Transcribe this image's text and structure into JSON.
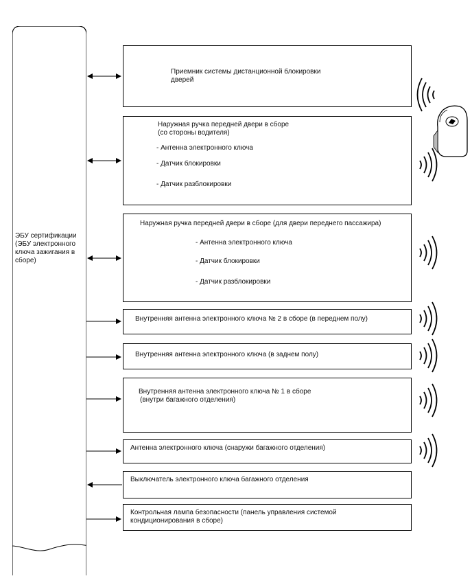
{
  "ecu": {
    "label_line1": "ЭБУ сертификации",
    "label_line2": "(ЭБУ электронного",
    "label_line3": "ключа зажигания в",
    "label_line4": "сборе)"
  },
  "components": [
    {
      "line1": "Приемник системы дистанционной блокировки",
      "line2": "дверей"
    },
    {
      "line1": "Наружная ручка передней двери в сборе",
      "line2": "(со стороны водителя)",
      "items": [
        "- Антенна электронного ключа",
        "- Датчик блокировки",
        "- Датчик разблокировки"
      ]
    },
    {
      "line1": "Наружная ручка передней двери в сборе (для двери переднего пассажира)",
      "items": [
        "- Антенна электронного ключа",
        "- Датчик блокировки",
        "- Датчик разблокировки"
      ]
    },
    {
      "line1": "Внутренняя антенна электронного ключа № 2 в сборе (в переднем полу)"
    },
    {
      "line1": "Внутренняя антенна электронного ключа (в заднем полу)"
    },
    {
      "line1": "Внутренняя антенна электронного ключа № 1 в сборе",
      "line2": "(внутри багажного отделения)"
    },
    {
      "line1": "Антенна электронного ключа (снаружи багажного отделения)"
    },
    {
      "line1": "Выключатель электронного ключа багажного отделения"
    },
    {
      "line1": "Контрольная лампа безопасности (панель управления системой",
      "line2": "кондиционирования в сборе)"
    }
  ],
  "connections": [
    "bidirectional",
    "bidirectional",
    "bidirectional",
    "to-component",
    "to-component",
    "to-component",
    "to-component",
    "to-ecu",
    "to-component"
  ],
  "icons": [
    "key-fob-icon",
    "radio-wave-icon"
  ]
}
